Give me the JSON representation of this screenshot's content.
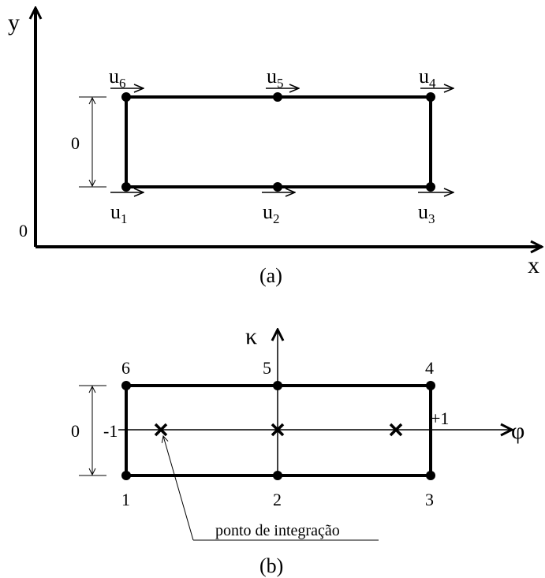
{
  "figure_a": {
    "caption": "(a)",
    "axis_x": "x",
    "axis_y": "y",
    "origin": "0",
    "dimension": "0",
    "dofs": [
      {
        "base": "u",
        "sub": "1"
      },
      {
        "base": "u",
        "sub": "2"
      },
      {
        "base": "u",
        "sub": "3"
      },
      {
        "base": "u",
        "sub": "4"
      },
      {
        "base": "u",
        "sub": "5"
      },
      {
        "base": "u",
        "sub": "6"
      }
    ]
  },
  "figure_b": {
    "caption": "(b)",
    "axis_h": "φ",
    "axis_v": "κ",
    "dimension": "0",
    "left_coord": "-1",
    "right_coord": "+1",
    "node_numbers": [
      "1",
      "2",
      "3",
      "4",
      "5",
      "6"
    ],
    "annotation": "ponto de integração"
  },
  "colors": {
    "ink": "#000000",
    "background": "#ffffff"
  }
}
